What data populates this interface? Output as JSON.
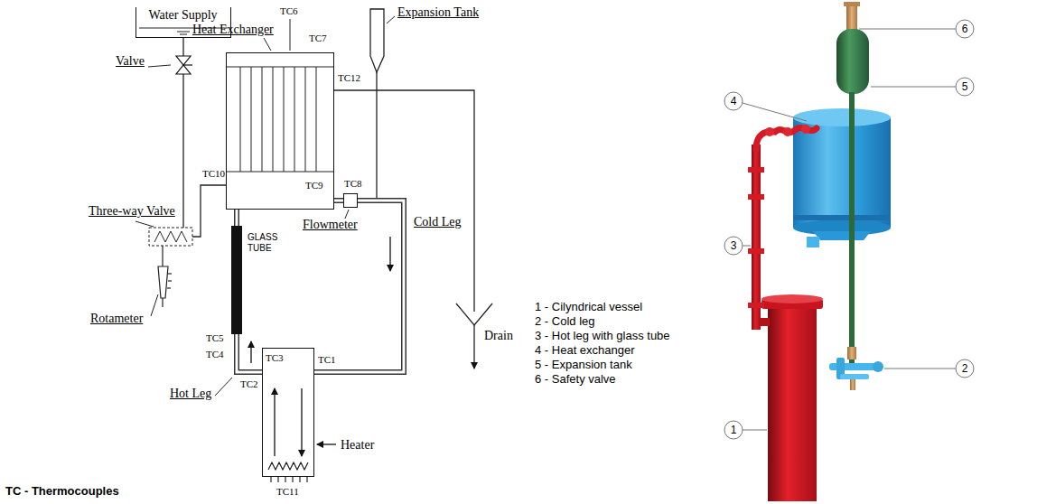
{
  "diagram": {
    "nodes": [
      {
        "text": [
          "Water Supply"
        ]
      },
      {
        "text": [
          "Heat Exchanger"
        ]
      },
      {
        "text": [
          "GLASS TUBE"
        ]
      },
      {
        "text": [
          "Flowmeter"
        ]
      },
      {
        "text": [
          "Heater"
        ]
      }
    ],
    "edges": [
      {
        "from": 4,
        "to": 2,
        "arrow": "none"
      },
      {
        "from": 2,
        "to": 1,
        "arrow": "none"
      },
      {
        "from": 1,
        "to": 3,
        "arrow": "none"
      },
      {
        "from": 3,
        "to": 4,
        "arrow": "none"
      },
      {
        "from": 0,
        "to": 1,
        "arrow": "none"
      }
    ],
    "labels": [
      "Valve",
      "TC6",
      "TC7",
      "Expansion Tank",
      "TC12",
      "TC10",
      "TC9",
      "TC8",
      "Three-way Valve",
      "Cold Leg",
      "Rotameter",
      "Drain",
      "TC5",
      "TC4",
      "TC3",
      "TC2",
      "TC1",
      "Hot Leg",
      "TC11",
      "TC - Thermocouples",
      "1 - Cilyndrical vessel",
      "2 - Cold leg",
      "3 - Hot leg with glass tube",
      "4 - Heat exchanger",
      "5 - Expansion tank",
      "6 - Safety valve",
      "6",
      "5",
      "4",
      "3",
      "2",
      "1"
    ]
  }
}
